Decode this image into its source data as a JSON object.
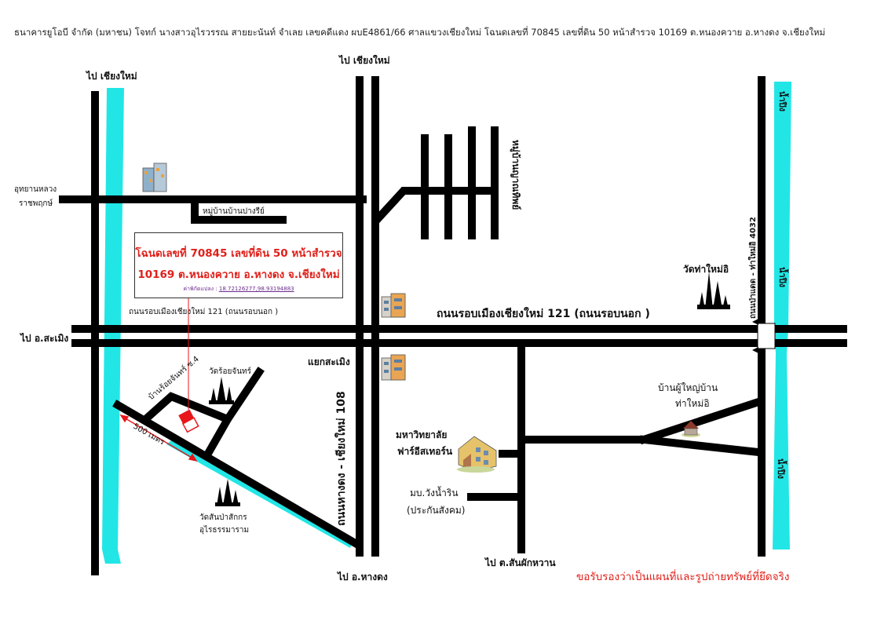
{
  "header": {
    "text": "ธนาคารยูโอบี จำกัด (มหาชน) โจทก์ นางสาวอุไรวรรณ สายยะนันท์  จำเลย เลขคดีแดง ผบE4861/66 ศาลแขวงเชียงใหม่ โฉนดเลขที่ 70845 เลขที่ดิน 50  หน้าสำรวจ 10169  ต.หนองควาย  อ.หางดง  จ.เชียงใหม่"
  },
  "property_box": {
    "line1": "โฉนดเลขที่ 70845 เลขที่ดิน 50 หน้าสำรวจ",
    "line2": "10169 ต.หนองควาย อ.หางดง จ.เชียงใหม่",
    "coord_label": "ค่าพิกัดแปลง :",
    "coord_value": "18.72126277,98.93194883"
  },
  "labels": {
    "to_chiangmai_left": "ไป เชียงใหม่",
    "to_chiangmai_center": "ไป เชียงใหม่",
    "to_samoeng": "ไป อ.สะเมิง",
    "to_hangdong": "ไป อ.หางดง",
    "to_sanphakwan": "ไป ต.สันผักหวาน",
    "royal_park_1": "อุทยานหลวง",
    "royal_park_2": "ราชพฤกษ์",
    "village_pangree": "หมู่บ้านบ้านปางรีย์",
    "village_right": "หมู่บ้านญาณทิพย์",
    "ring_road_small": "ถนนรอบเมืองเชียงใหม่ 121 (ถนนรอบนอก )",
    "ring_road_big": "ถนนรอบเมืองเชียงใหม่ 121 (ถนนรอบนอก )",
    "samoeng_junction": "แยกสะเมิง",
    "road_108": "ถนนหางดง - เชียงใหม่ 108",
    "road_4032": "ถนนป่าแดด - ท่าใหม่อิ 4032",
    "wat_thamai": "วัดท่าใหม่อิ",
    "wat_roijan": "วัดร้อยจันทร์",
    "soi_roijan": "บ้านร้อยจันทร์ ซ.4",
    "distance": "500 เมตร",
    "wat_sanpa_1": "วัดสันป่าสักกร",
    "wat_sanpa_2": "อุไรธรรมาราม",
    "university_1": "มหาวิทยาลัย",
    "university_2": "ฟาร์อีสเทอร์น",
    "village_wang_1": "มบ.วังน้ำริน",
    "village_wang_2": "(ประกันสังคม)",
    "headman_1": "บ้านผู้ใหญ่บ้าน",
    "headman_2": "ท่าใหม่อิ",
    "river_top": "น้ำปิง",
    "river_mid": "น้ำปิง",
    "river_bottom": "น้ำปิง"
  },
  "certify": "ขอรับรองว่าเป็นแผนที่และรูปถ่ายทรัพย์ที่ยึดจริง",
  "colors": {
    "road": "#000000",
    "canal": "#22e6e6",
    "river": "#22e6e6",
    "property": "#e8161b",
    "box_text": "#e0201a",
    "coord_text": "#6b2b8f"
  }
}
